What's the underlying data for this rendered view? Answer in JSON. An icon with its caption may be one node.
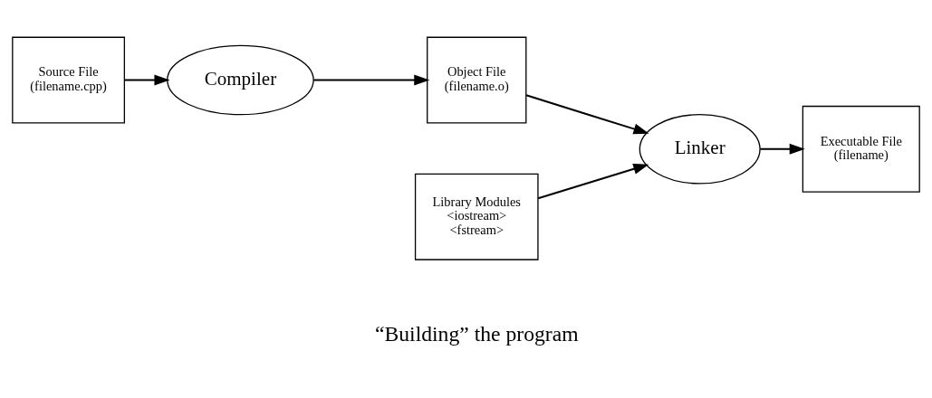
{
  "diagram": {
    "nodes": [
      {
        "text": [
          "Source File",
          "(filename.cpp)"
        ]
      },
      {
        "text": [
          "Compiler"
        ]
      },
      {
        "text": [
          "Object File",
          "(filename.o)"
        ]
      },
      {
        "text": [
          "Linker"
        ]
      },
      {
        "text": [
          "Executable File",
          "(filename)"
        ]
      },
      {
        "text": [
          "Library Modules",
          "<iostream>",
          "<fstream>"
        ]
      }
    ],
    "edges": [
      {
        "from": 0,
        "to": 1,
        "arrow": "to"
      },
      {
        "from": 1,
        "to": 2,
        "arrow": "to"
      },
      {
        "from": 2,
        "to": 3,
        "arrow": "to"
      },
      {
        "from": 3,
        "to": 4,
        "arrow": "to"
      },
      {
        "from": 5,
        "to": 3,
        "arrow": "to"
      }
    ],
    "labels": [
      "“Building” the program"
    ]
  }
}
